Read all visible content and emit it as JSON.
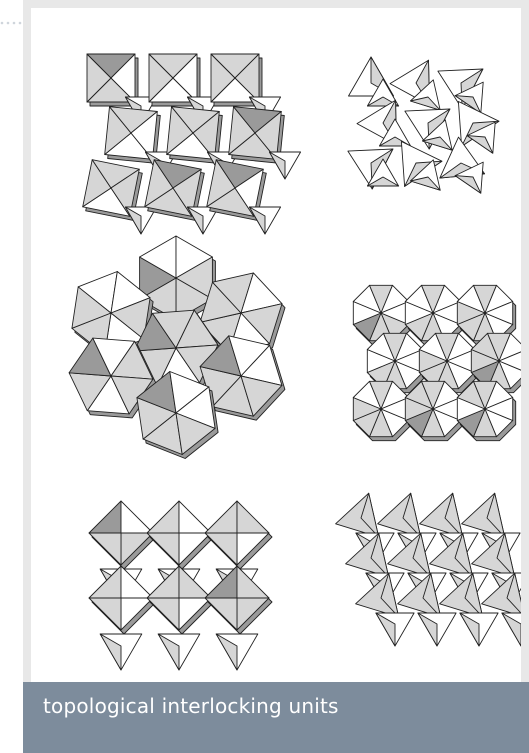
{
  "caption": {
    "text": "topological interlocking units"
  },
  "figure": {
    "panels": [
      {
        "name": "tetrahedra-left"
      },
      {
        "name": "tetrahedra-right"
      },
      {
        "name": "icosahedra-left"
      },
      {
        "name": "truncated-right"
      },
      {
        "name": "pyramids-left"
      },
      {
        "name": "pyramids-right"
      }
    ]
  },
  "colors": {
    "caption_bg": "#7d8c9c",
    "card_bg": "#e8e8e8",
    "face_light": "#ffffff",
    "face_mid": "#d6d6d6",
    "face_dark": "#9a9a9a",
    "edge": "#222222"
  },
  "icons": {
    "dots": "ellipsis-icon"
  }
}
